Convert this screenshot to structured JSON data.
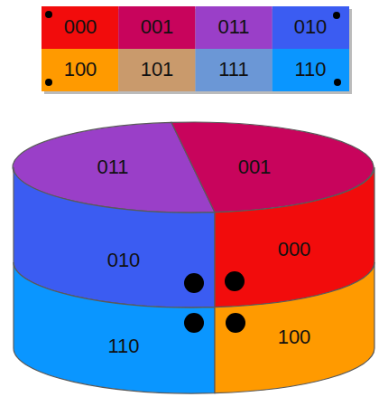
{
  "diagram": {
    "nodes": [
      {
        "text": [
          "000"
        ]
      },
      {
        "text": [
          "001"
        ]
      },
      {
        "text": [
          "011"
        ]
      },
      {
        "text": [
          "010"
        ]
      },
      {
        "text": [
          "100"
        ]
      },
      {
        "text": [
          "101"
        ]
      },
      {
        "text": [
          "111"
        ]
      },
      {
        "text": [
          "110"
        ]
      },
      {
        "text": [
          "011"
        ]
      },
      {
        "text": [
          "001"
        ]
      },
      {
        "text": [
          "010"
        ]
      },
      {
        "text": [
          "000"
        ]
      },
      {
        "text": [
          "110"
        ]
      },
      {
        "text": [
          "100"
        ]
      }
    ]
  }
}
